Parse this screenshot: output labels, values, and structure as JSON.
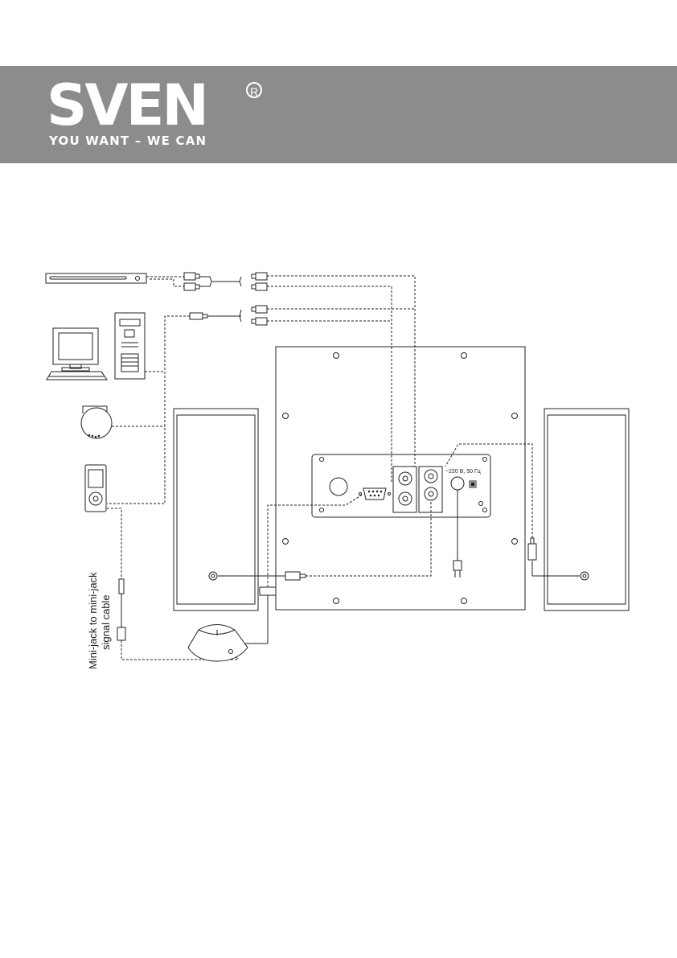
{
  "header": {
    "brand": "SVEN",
    "registered_mark": "R",
    "slogan": "YOU WANT – WE CAN"
  },
  "diagram": {
    "cable_label_line1": "Mini-jack to mini-jack",
    "cable_label_line2": "signal cable",
    "power_label": "~220 В, 50 Гц"
  }
}
